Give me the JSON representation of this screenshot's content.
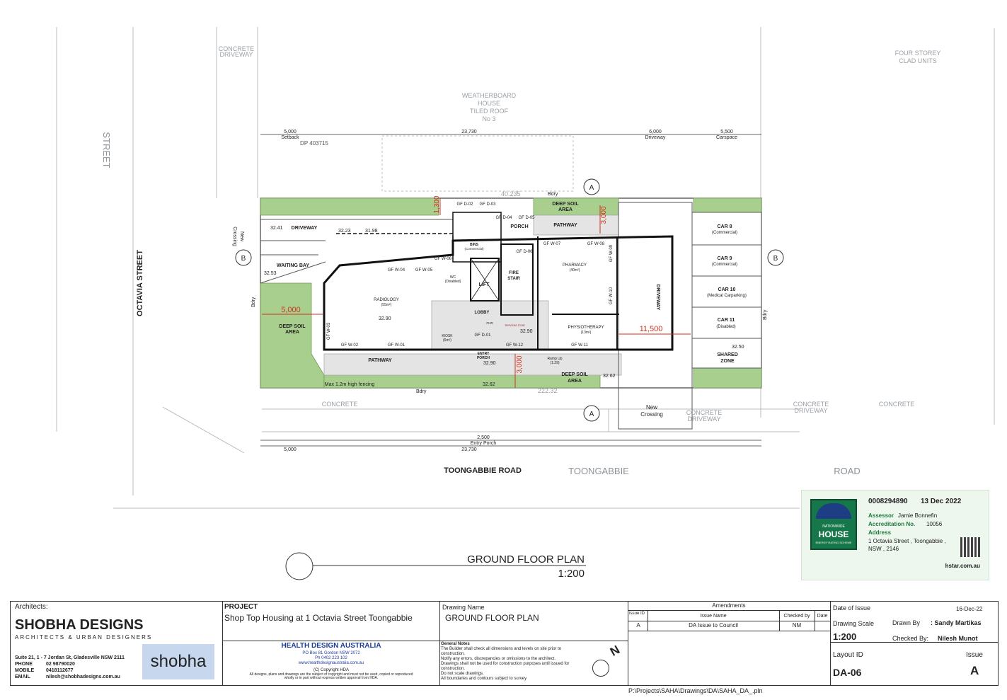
{
  "plan": {
    "title": "GROUND FLOOR PLAN",
    "scale": "1:200",
    "streets": {
      "toongabbie_road": "TOONGABBIE ROAD",
      "toongabbie": "TOONGABBIE",
      "road": "ROAD",
      "octavia_street": "OCTAVIA STREET",
      "street": "STREET"
    },
    "neighbours": {
      "weatherboard": [
        "WEATHERBOARD",
        "HOUSE",
        "TILED ROOF",
        "No 3"
      ],
      "four_storey": [
        "FOUR STOREY",
        "CLAD UNITS"
      ]
    },
    "dp": "DP 403715",
    "rooms": {
      "radiology": "RADIOLOGY",
      "radiology_area": "(55m²)",
      "pharmacy": "PHARMACY",
      "pharmacy_area": "(40m²)",
      "physiotherapy": "PHYSIOTHERAPY",
      "physiotherapy_area": "(13m²)",
      "lobby": "LOBBY",
      "lift": "LIFT",
      "fire_stair": [
        "FIRE",
        "STAIR"
      ],
      "kiosk": "KIOSK",
      "kiosk_area": "(6m²)",
      "wc": "WC",
      "wc_note": "(Disabled)",
      "bins": "BINS",
      "bins_note": "(Commercial)",
      "porch": "PORCH",
      "entry_porch": [
        "ENTRY",
        "PORCH"
      ],
      "services": "Services Cont.",
      "fhr": "FHR"
    },
    "landscape": {
      "deep_soil": [
        "DEEP SOIL",
        "AREA"
      ],
      "pathway": "PATHWAY",
      "driveway": "DRIVEWAY",
      "waiting_bay": "WAITING BAY",
      "shared_zone": [
        "SHARED",
        "ZONE"
      ],
      "fencing": "Max 1.2m high fencing",
      "new_crossing": [
        "New",
        "Crossing"
      ],
      "concrete": "CONCRETE",
      "concrete_driveway": [
        "CONCRETE",
        "DRIVEWAY"
      ],
      "ramp_up": "Ramp Up",
      "ramp_grade": "(1:29)"
    },
    "cars": [
      {
        "label": "CAR 8",
        "type": "(Commercial)"
      },
      {
        "label": "CAR 9",
        "type": "(Commercial)"
      },
      {
        "label": "CAR 10",
        "type": "(Medical Carparking)"
      },
      {
        "label": "CAR 11",
        "type": "(Disabled)"
      }
    ],
    "windows": [
      "GF W-01",
      "GF W-02",
      "GF W-03",
      "GF W-04",
      "GF W-05",
      "GF W-06",
      "GF W-07",
      "GF W-08",
      "GF W-09",
      "GF W-10",
      "GF W-11",
      "GF W-12"
    ],
    "doors": [
      "GF D-01",
      "GF D-02",
      "GF D-03",
      "GF D-04",
      "GF D-05",
      "GF D-06"
    ],
    "levels": [
      "32.41",
      "32.23",
      "31.98",
      "32.53",
      "32.90",
      "32.90",
      "32.90",
      "32.62",
      "32.62",
      "32.50",
      "40.235",
      "222.32"
    ],
    "dims": {
      "d5000": "5,000",
      "d23730": "23,730",
      "d6000": "6,000",
      "d5500": "5,500",
      "d11500": "11,500",
      "d3000": "3,000",
      "d1300": "1,300",
      "d2500": "2,500",
      "setback": "Setback",
      "driveway": "Driveway",
      "carspace": "Carspace",
      "entry_porch": "Entry Porch",
      "bdry": "Bdry"
    },
    "section_marks": [
      "A",
      "B"
    ]
  },
  "certificate": {
    "number": "0008294890",
    "date": "13 Dec 2022",
    "assessor_label": "Assessor",
    "assessor": "Jamie Bonnefin",
    "accreditation_label": "Accreditation No.",
    "accreditation": "10056",
    "address_label": "Address",
    "address": "1 Octavia Street , Toongabbie , NSW , 2146",
    "site": "hstar.com.au",
    "logo_top": "NATIONWIDE",
    "logo_mid": "HOUSE",
    "logo_bot": "ENERGY RATING SCHEME"
  },
  "titleblock": {
    "architects_label": "Architects:",
    "firm": "SHOBHA DESIGNS",
    "firm_sub": "ARCHITECTS & URBAN DESIGNERS",
    "address": "Suite 21, 1 - 7 Jordan St, Gladesville NSW 2111",
    "phone_label": "PHONE",
    "phone": "02 98790020",
    "mobile_label": "MOBILE",
    "mobile": "0418112677",
    "email_label": "EMAIL",
    "email": "nilesh@shobhadesigns.com.au",
    "logo": "shobha",
    "project_label": "PROJECT",
    "project": "Shop Top Housing at 1 Octavia Street Toongabbie",
    "hda": "HEALTH DESIGN AUSTRALIA",
    "hda_lines": [
      "PO Box 81 Gordon NSW 2072",
      "Ph 0402 223 102",
      "www.healthdesignaustralia.com.au"
    ],
    "copyright": "(C) Copyright HDA",
    "copyright_note": "All designs, plans and drawings are the subject of copyright and must not be used, copied or reproduced wholly or in part without express written approval from HDA.",
    "drawing_name_label": "Drawing Name",
    "drawing_name": "GROUND FLOOR PLAN",
    "notes_label": "General Notes",
    "notes": [
      "The Builder shall check all dimensions and levels on site prior to construction.",
      "Notify any errors, discrepancies or omissions to the architect.",
      "Drawings shall not be used for construction purposes until issued for construction.",
      "Do not scale drawings.",
      "All boundaries and contours subject to survey"
    ],
    "amendments_label": "Amendments",
    "issue_id_label": "Issue ID",
    "issue_name_label": "Issue Name",
    "checked_by_label": "Checked by",
    "date_label": "Date",
    "amend_id": "A",
    "amend_name": "DA Issue to Council",
    "amend_checked": "NM",
    "north": "N",
    "date_of_issue_label": "Date of Issue",
    "date_of_issue": "16-Dec-22",
    "drawing_scale_label": "Drawing Scale",
    "drawing_scale": "1:200",
    "drawn_by_label": "Drawn By",
    "drawn_by": ": Sandy Martikas",
    "checked_label": "Checked By:",
    "checked": "Nilesh Munot",
    "layout_id_label": "Layout ID",
    "layout_id": "DA-06",
    "issue_label": "Issue",
    "issue": "A",
    "file_path": "P:\\Projects\\SAHA\\Drawings\\DA\\SAHA_DA_.pln"
  }
}
